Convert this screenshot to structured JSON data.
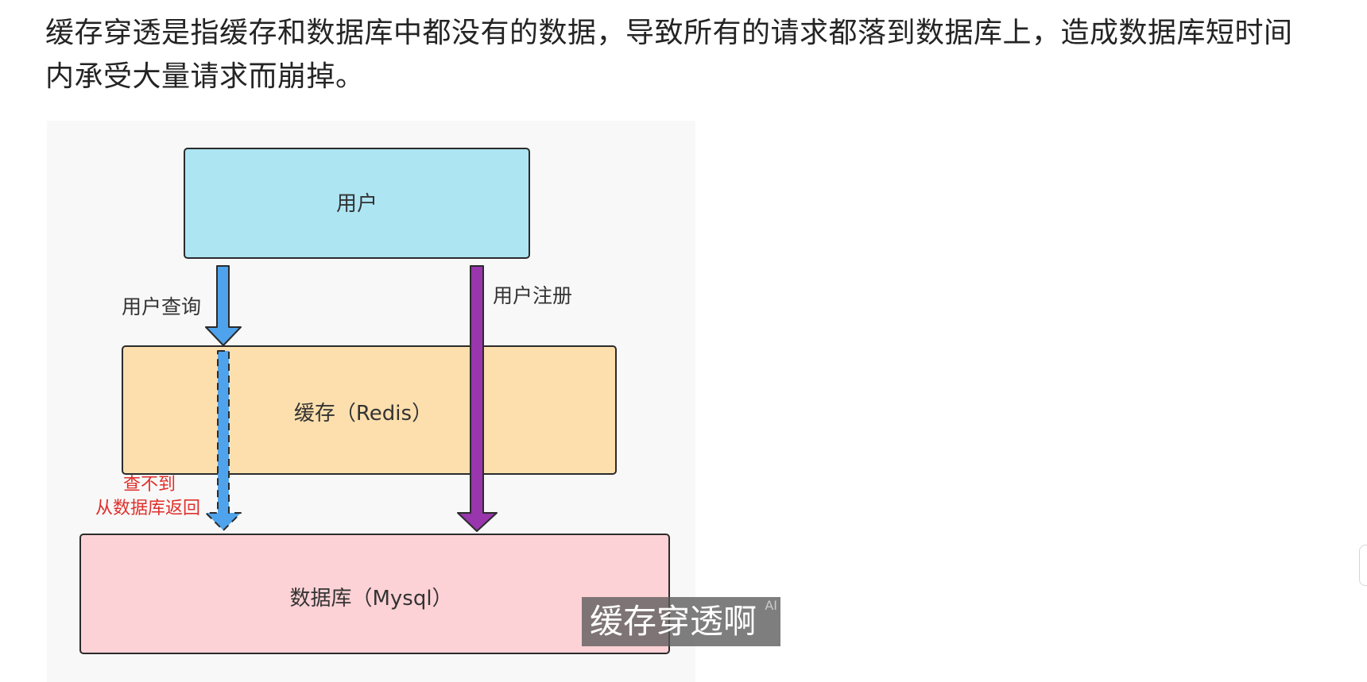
{
  "intro_text": "缓存穿透是指缓存和数据库中都没有的数据，导致所有的请求都落到数据库上，造成数据库短时间内承受大量请求而崩掉。",
  "diagram": {
    "nodes": {
      "user": "用户",
      "cache": "缓存（Redis）",
      "database": "数据库（Mysql）"
    },
    "edges": {
      "query": "用户查询",
      "register": "用户注册",
      "miss_line1": "查不到",
      "miss_line2": "从数据库返回"
    },
    "colors": {
      "user_fill": "#ade5f3",
      "cache_fill": "#fddfad",
      "database_fill": "#fdd2d6",
      "query_arrow": "#4fa3ec",
      "register_arrow": "#9935ad",
      "miss_text": "#e0302b"
    }
  },
  "subtitle": {
    "text": "缓存穿透啊",
    "badge": "AI"
  }
}
